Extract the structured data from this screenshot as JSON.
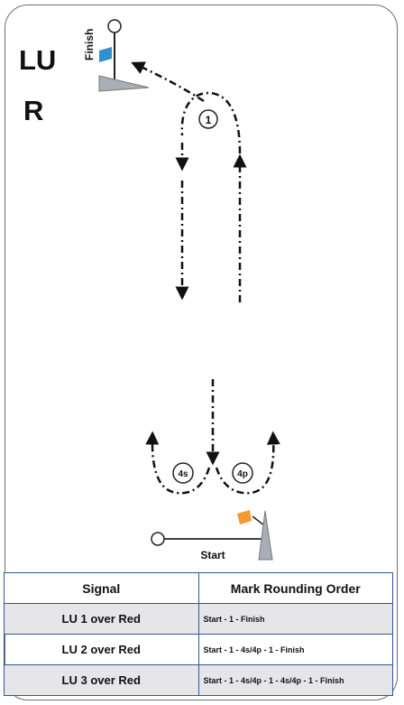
{
  "course_codes": [
    "LU",
    "R"
  ],
  "marks": {
    "finish_label": "Finish",
    "start_label": "Start",
    "mark_1": "1",
    "mark_4s": "4s",
    "mark_4p": "4p"
  },
  "colors": {
    "finish_flag": "#2f8fd0",
    "start_flag": "#f29a2e",
    "table_border": "#2b5c8f",
    "row_alt": "#e6e6e9"
  },
  "table": {
    "headers": [
      "Signal",
      "Mark Rounding Order"
    ],
    "rows": [
      {
        "signal": "LU 1 over Red",
        "order": "Start - 1 - Finish"
      },
      {
        "signal": "LU 2 over Red",
        "order": "Start - 1 - 4s/4p - 1 - Finish"
      },
      {
        "signal": "LU 3 over Red",
        "order": "Start - 1 - 4s/4p - 1 - 4s/4p - 1 - Finish"
      }
    ]
  }
}
